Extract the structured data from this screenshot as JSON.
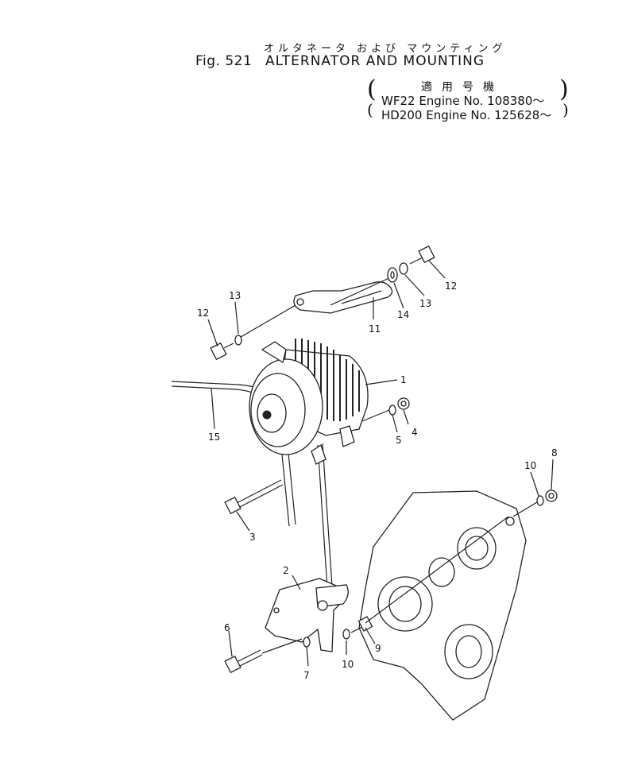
{
  "header": {
    "title_jp": "オルタネータ および マウンティング",
    "fig_label": "Fig. 521",
    "fig_title": "ALTERNATOR AND MOUNTING"
  },
  "applicability": {
    "header": "適用号機",
    "lines": [
      "WF22  Engine No. 108380～",
      "HD200  Engine No. 125628～"
    ]
  },
  "callouts": {
    "c1": "1",
    "c2": "2",
    "c3": "3",
    "c4": "4",
    "c5": "5",
    "c6": "6",
    "c7": "7",
    "c8": "8",
    "c9": "9",
    "c10a": "10",
    "c10b": "10",
    "c11": "11",
    "c12a": "12",
    "c12b": "12",
    "c13a": "13",
    "c13b": "13",
    "c14": "14",
    "c15": "15"
  }
}
